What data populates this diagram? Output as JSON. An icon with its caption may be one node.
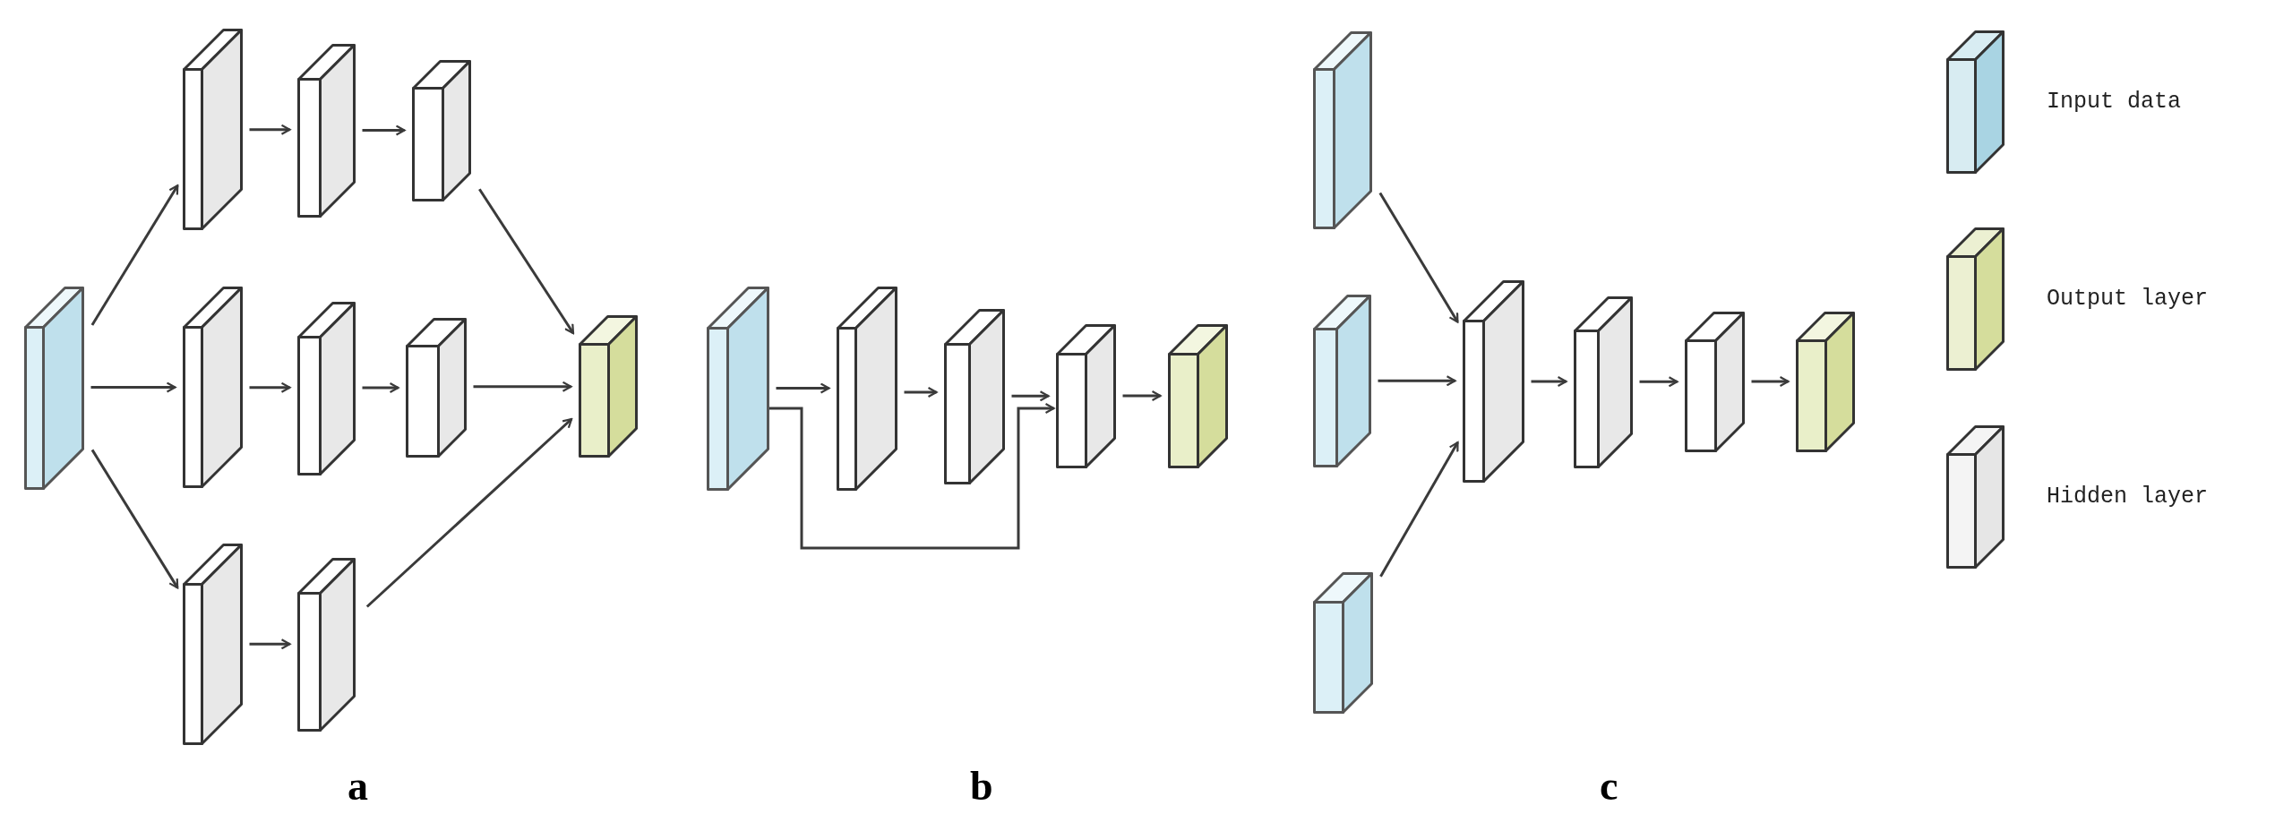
{
  "diagram": {
    "nodes": [
      {
        "text": [],
        "shape": "box"
      },
      {
        "text": [],
        "shape": "box"
      },
      {
        "text": [],
        "shape": "box"
      },
      {
        "text": [],
        "shape": "box"
      },
      {
        "text": [],
        "shape": "box"
      },
      {
        "text": [],
        "shape": "box"
      },
      {
        "text": [],
        "shape": "box"
      },
      {
        "text": [],
        "shape": "box"
      },
      {
        "text": [],
        "shape": "box"
      },
      {
        "text": [],
        "shape": "box"
      },
      {
        "text": [],
        "shape": "box"
      },
      {
        "text": [],
        "shape": "box"
      },
      {
        "text": [],
        "shape": "box"
      },
      {
        "text": [],
        "shape": "box"
      },
      {
        "text": [],
        "shape": "box"
      },
      {
        "text": [],
        "shape": "box"
      },
      {
        "text": [],
        "shape": "box"
      },
      {
        "text": [],
        "shape": "box"
      },
      {
        "text": [],
        "shape": "box"
      },
      {
        "text": [],
        "shape": "box"
      },
      {
        "text": [],
        "shape": "box"
      },
      {
        "text": [],
        "shape": "box"
      }
    ],
    "edges": [
      {
        "from": 0,
        "to": 1,
        "arrow": "to"
      },
      {
        "from": 0,
        "to": 4,
        "arrow": "to"
      },
      {
        "from": 0,
        "to": 7,
        "arrow": "to"
      },
      {
        "from": 1,
        "to": 2,
        "arrow": "to"
      },
      {
        "from": 2,
        "to": 3,
        "arrow": "to"
      },
      {
        "from": 4,
        "to": 5,
        "arrow": "to"
      },
      {
        "from": 5,
        "to": 6,
        "arrow": "to"
      },
      {
        "from": 7,
        "to": 8,
        "arrow": "to"
      },
      {
        "from": 3,
        "to": 9,
        "arrow": "to"
      },
      {
        "from": 6,
        "to": 9,
        "arrow": "to"
      },
      {
        "from": 8,
        "to": 9,
        "arrow": "to"
      },
      {
        "from": 10,
        "to": 11,
        "arrow": "to"
      },
      {
        "from": 11,
        "to": 12,
        "arrow": "to"
      },
      {
        "from": 12,
        "to": 13,
        "arrow": "to"
      },
      {
        "from": 10,
        "to": 13,
        "arrow": "to"
      },
      {
        "from": 13,
        "to": 14,
        "arrow": "to"
      },
      {
        "from": 15,
        "to": 18,
        "arrow": "to"
      },
      {
        "from": 16,
        "to": 18,
        "arrow": "to"
      },
      {
        "from": 17,
        "to": 18,
        "arrow": "to"
      },
      {
        "from": 18,
        "to": 19,
        "arrow": "to"
      },
      {
        "from": 19,
        "to": 20,
        "arrow": "to"
      },
      {
        "from": 20,
        "to": 21,
        "arrow": "to"
      }
    ],
    "labels": [
      "a",
      "b",
      "c"
    ],
    "legend": [
      {
        "text": "Input data",
        "color": "#a9d4e3"
      },
      {
        "text": "Output layer",
        "color": "#d5dd9c"
      },
      {
        "text": "Hidden layer",
        "color": "#e6e6e6"
      }
    ]
  }
}
